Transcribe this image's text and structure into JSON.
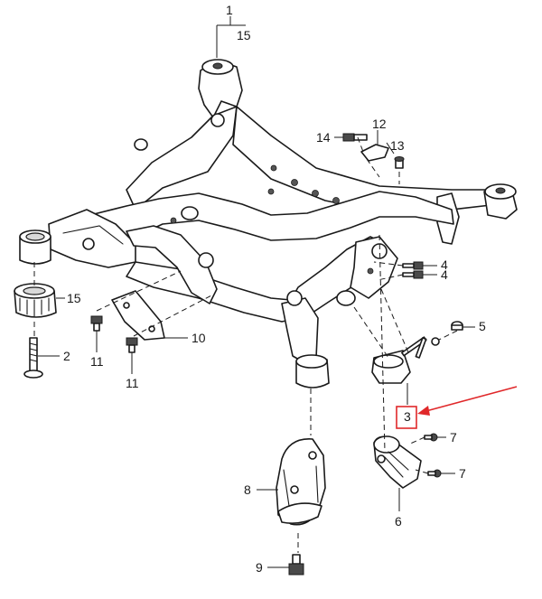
{
  "colors": {
    "line": "#1a1a1a",
    "highlight": "#e0282a",
    "background": "#ffffff"
  },
  "callouts": {
    "c1": "1",
    "c15_top": "15",
    "c2": "2",
    "c15_left": "15",
    "c3": "3",
    "c4a": "4",
    "c4b": "4",
    "c5": "5",
    "c6": "6",
    "c7a": "7",
    "c7b": "7",
    "c8": "8",
    "c9": "9",
    "c10": "10",
    "c11a": "11",
    "c11b": "11",
    "c12": "12",
    "c13": "13",
    "c14": "14"
  }
}
